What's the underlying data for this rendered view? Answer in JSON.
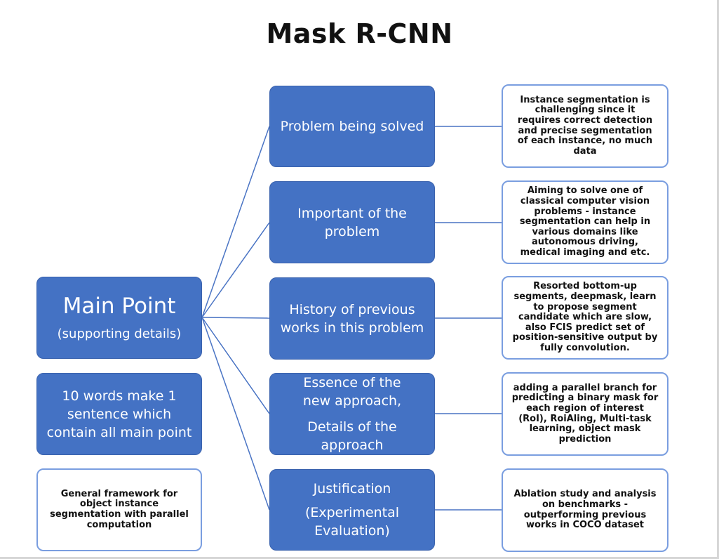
{
  "title": "Mask R-CNN",
  "main_point": {
    "title": "Main Point",
    "subtitle": "(supporting details)"
  },
  "summary": "10 words make 1 sentence which contain all main point",
  "framework": "General framework for object instance segmentation with parallel computation",
  "aspects": [
    {
      "lines": [
        "Problem being solved"
      ],
      "detail": "Instance segmentation is challenging since it requires correct detection and precise segmentation of each instance, no much data"
    },
    {
      "lines": [
        "Important of the problem"
      ],
      "detail": "Aiming to solve one of classical computer vision problems - instance segmentation can help in various domains like autonomous driving, medical imaging and etc."
    },
    {
      "lines": [
        "History of previous works in this problem"
      ],
      "detail": "Resorted bottom-up segments, deepmask, learn to propose segment candidate which are slow, also FCIS predict set of position-sensitive output by fully convolution."
    },
    {
      "lines": [
        "Essence of the new approach,",
        "Details of the approach"
      ],
      "detail": "adding a parallel branch for predicting a binary mask for each region of interest (RoI), RoiAling, Multi-task learning, object mask prediction"
    },
    {
      "lines": [
        "Justification",
        "(Experimental Evaluation)"
      ],
      "detail": "Ablation study and analysis on benchmarks - outperforming previous works in COCO dataset"
    }
  ],
  "colors": {
    "box_fill": "#4472c4",
    "connector": "#4a74c4",
    "outline": "#7a9ee0"
  }
}
